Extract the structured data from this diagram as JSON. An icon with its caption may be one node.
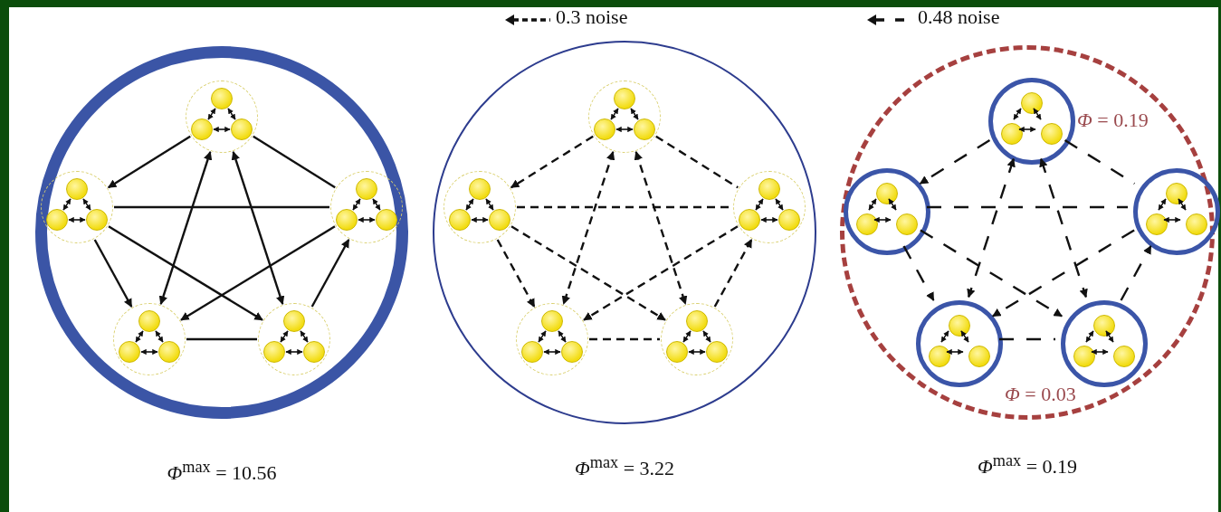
{
  "diagram": {
    "nodes": [
      {
        "text": [],
        "shape": "circle",
        "beside": [
          "*Φ*$^{max}$ = 10.56"
        ]
      },
      {
        "text": [],
        "shape": "circle",
        "in": 0
      },
      {
        "text": [],
        "shape": "circle",
        "in": 1
      },
      {
        "text": [],
        "shape": "circle",
        "in": 1
      },
      {
        "text": [],
        "shape": "circle",
        "in": 1
      },
      {
        "text": [],
        "shape": "circle",
        "in": 0
      },
      {
        "text": [],
        "shape": "circle",
        "in": 5
      },
      {
        "text": [],
        "shape": "circle",
        "in": 5
      },
      {
        "text": [],
        "shape": "circle",
        "in": 5
      },
      {
        "text": [],
        "shape": "circle",
        "in": 0
      },
      {
        "text": [],
        "shape": "circle",
        "in": 9
      },
      {
        "text": [],
        "shape": "circle",
        "in": 9
      },
      {
        "text": [],
        "shape": "circle",
        "in": 9
      },
      {
        "text": [],
        "shape": "circle",
        "in": 0
      },
      {
        "text": [],
        "shape": "circle",
        "in": 13
      },
      {
        "text": [],
        "shape": "circle",
        "in": 13
      },
      {
        "text": [],
        "shape": "circle",
        "in": 13
      },
      {
        "text": [],
        "shape": "circle",
        "in": 0
      },
      {
        "text": [],
        "shape": "circle",
        "in": 17
      },
      {
        "text": [],
        "shape": "circle",
        "in": 17
      },
      {
        "text": [],
        "shape": "circle",
        "in": 17
      },
      {
        "text": [],
        "shape": "circle",
        "beside": [
          "*Φ*$^{max}$ = 3.22"
        ]
      },
      {
        "text": [],
        "shape": "circle",
        "in": 21
      },
      {
        "text": [],
        "shape": "circle",
        "in": 22
      },
      {
        "text": [],
        "shape": "circle",
        "in": 22
      },
      {
        "text": [],
        "shape": "circle",
        "in": 22
      },
      {
        "text": [],
        "shape": "circle",
        "in": 21
      },
      {
        "text": [],
        "shape": "circle",
        "in": 26
      },
      {
        "text": [],
        "shape": "circle",
        "in": 26
      },
      {
        "text": [],
        "shape": "circle",
        "in": 26
      },
      {
        "text": [],
        "shape": "circle",
        "in": 21
      },
      {
        "text": [],
        "shape": "circle",
        "in": 30
      },
      {
        "text": [],
        "shape": "circle",
        "in": 30
      },
      {
        "text": [],
        "shape": "circle",
        "in": 30
      },
      {
        "text": [],
        "shape": "circle",
        "in": 21
      },
      {
        "text": [],
        "shape": "circle",
        "in": 34
      },
      {
        "text": [],
        "shape": "circle",
        "in": 34
      },
      {
        "text": [],
        "shape": "circle",
        "in": 34
      },
      {
        "text": [],
        "shape": "circle",
        "in": 21
      },
      {
        "text": [],
        "shape": "circle",
        "in": 38
      },
      {
        "text": [],
        "shape": "circle",
        "in": 38
      },
      {
        "text": [],
        "shape": "circle",
        "in": 38
      },
      {
        "text": [],
        "shape": "circle",
        "beside": [
          "*Φ*$^{max}$ = 0.19"
        ]
      },
      {
        "text": [],
        "shape": "circle",
        "in": 42
      },
      {
        "text": [],
        "shape": "circle",
        "in": 43
      },
      {
        "text": [],
        "shape": "circle",
        "in": 43
      },
      {
        "text": [],
        "shape": "circle",
        "in": 43
      },
      {
        "text": [],
        "shape": "circle",
        "in": 42
      },
      {
        "text": [],
        "shape": "circle",
        "in": 47
      },
      {
        "text": [],
        "shape": "circle",
        "in": 47
      },
      {
        "text": [],
        "shape": "circle",
        "in": 47
      },
      {
        "text": [],
        "shape": "circle",
        "in": 42
      },
      {
        "text": [],
        "shape": "circle",
        "in": 51
      },
      {
        "text": [],
        "shape": "circle",
        "in": 51
      },
      {
        "text": [],
        "shape": "circle",
        "in": 51
      },
      {
        "text": [],
        "shape": "circle",
        "in": 42
      },
      {
        "text": [],
        "shape": "circle",
        "in": 55
      },
      {
        "text": [],
        "shape": "circle",
        "in": 55
      },
      {
        "text": [],
        "shape": "circle",
        "in": 55
      },
      {
        "text": [],
        "shape": "circle",
        "in": 42
      },
      {
        "text": [],
        "shape": "circle",
        "in": 59
      },
      {
        "text": [],
        "shape": "circle",
        "in": 59
      },
      {
        "text": [],
        "shape": "circle",
        "in": 59
      }
    ],
    "edges": [
      {
        "from": 2,
        "to": 3,
        "arrow": "both"
      },
      {
        "from": 2,
        "to": 4,
        "arrow": "both"
      },
      {
        "from": 3,
        "to": 4,
        "arrow": "both"
      },
      {
        "from": 6,
        "to": 7,
        "arrow": "both"
      },
      {
        "from": 6,
        "to": 8,
        "arrow": "both"
      },
      {
        "from": 7,
        "to": 8,
        "arrow": "both"
      },
      {
        "from": 10,
        "to": 11,
        "arrow": "both"
      },
      {
        "from": 10,
        "to": 12,
        "arrow": "both"
      },
      {
        "from": 11,
        "to": 12,
        "arrow": "both"
      },
      {
        "from": 14,
        "to": 15,
        "arrow": "both"
      },
      {
        "from": 14,
        "to": 16,
        "arrow": "both"
      },
      {
        "from": 15,
        "to": 16,
        "arrow": "both"
      },
      {
        "from": 18,
        "to": 19,
        "arrow": "both"
      },
      {
        "from": 18,
        "to": 20,
        "arrow": "both"
      },
      {
        "from": 19,
        "to": 20,
        "arrow": "both"
      },
      {
        "from": 1,
        "to": 5,
        "arrow": "to"
      },
      {
        "from": 1,
        "to": 9,
        "arrow": "none"
      },
      {
        "from": 5,
        "to": 9,
        "arrow": "none"
      },
      {
        "from": 5,
        "to": 13,
        "arrow": "to"
      },
      {
        "from": 5,
        "to": 17,
        "arrow": "to"
      },
      {
        "from": 1,
        "to": 13,
        "arrow": "both"
      },
      {
        "from": 1,
        "to": 17,
        "arrow": "both"
      },
      {
        "from": 9,
        "to": 13,
        "arrow": "to"
      },
      {
        "from": 17,
        "to": 9,
        "arrow": "to"
      },
      {
        "from": 13,
        "to": 17,
        "arrow": "none"
      },
      {
        "from": 23,
        "to": 24,
        "arrow": "both"
      },
      {
        "from": 23,
        "to": 25,
        "arrow": "both"
      },
      {
        "from": 24,
        "to": 25,
        "arrow": "both"
      },
      {
        "from": 27,
        "to": 28,
        "arrow": "both"
      },
      {
        "from": 27,
        "to": 29,
        "arrow": "both"
      },
      {
        "from": 28,
        "to": 29,
        "arrow": "both"
      },
      {
        "from": 31,
        "to": 32,
        "arrow": "both"
      },
      {
        "from": 31,
        "to": 33,
        "arrow": "both"
      },
      {
        "from": 32,
        "to": 33,
        "arrow": "both"
      },
      {
        "from": 35,
        "to": 36,
        "arrow": "both"
      },
      {
        "from": 35,
        "to": 37,
        "arrow": "both"
      },
      {
        "from": 36,
        "to": 37,
        "arrow": "both"
      },
      {
        "from": 39,
        "to": 40,
        "arrow": "both"
      },
      {
        "from": 39,
        "to": 41,
        "arrow": "both"
      },
      {
        "from": 40,
        "to": 41,
        "arrow": "both"
      },
      {
        "from": 22,
        "to": 26,
        "arrow": "to",
        "style": "dashed"
      },
      {
        "from": 22,
        "to": 30,
        "arrow": "none",
        "style": "dashed"
      },
      {
        "from": 26,
        "to": 30,
        "arrow": "none",
        "style": "dashed"
      },
      {
        "from": 26,
        "to": 34,
        "arrow": "to",
        "style": "dashed"
      },
      {
        "from": 26,
        "to": 38,
        "arrow": "to",
        "style": "dashed"
      },
      {
        "from": 22,
        "to": 34,
        "arrow": "both",
        "style": "dashed"
      },
      {
        "from": 22,
        "to": 38,
        "arrow": "both",
        "style": "dashed"
      },
      {
        "from": 30,
        "to": 34,
        "arrow": "to",
        "style": "dashed"
      },
      {
        "from": 38,
        "to": 30,
        "arrow": "to",
        "style": "dashed"
      },
      {
        "from": 34,
        "to": 38,
        "arrow": "none",
        "style": "dashed"
      },
      {
        "from": 44,
        "to": 45,
        "arrow": "both"
      },
      {
        "from": 44,
        "to": 46,
        "arrow": "both"
      },
      {
        "from": 45,
        "to": 46,
        "arrow": "both"
      },
      {
        "from": 48,
        "to": 49,
        "arrow": "both"
      },
      {
        "from": 48,
        "to": 50,
        "arrow": "both"
      },
      {
        "from": 49,
        "to": 50,
        "arrow": "both"
      },
      {
        "from": 52,
        "to": 53,
        "arrow": "both"
      },
      {
        "from": 52,
        "to": 54,
        "arrow": "both"
      },
      {
        "from": 53,
        "to": 54,
        "arrow": "both"
      },
      {
        "from": 56,
        "to": 57,
        "arrow": "both"
      },
      {
        "from": 56,
        "to": 58,
        "arrow": "both"
      },
      {
        "from": 57,
        "to": 58,
        "arrow": "both"
      },
      {
        "from": 60,
        "to": 61,
        "arrow": "both"
      },
      {
        "from": 60,
        "to": 62,
        "arrow": "both"
      },
      {
        "from": 61,
        "to": 62,
        "arrow": "both"
      },
      {
        "from": 43,
        "to": 47,
        "arrow": "to",
        "style": "dashed"
      },
      {
        "from": 43,
        "to": 51,
        "arrow": "none",
        "style": "dashed"
      },
      {
        "from": 47,
        "to": 51,
        "arrow": "none",
        "style": "dashed"
      },
      {
        "from": 47,
        "to": 55,
        "arrow": "to",
        "style": "dashed"
      },
      {
        "from": 47,
        "to": 59,
        "arrow": "to",
        "style": "dashed"
      },
      {
        "from": 43,
        "to": 55,
        "arrow": "both",
        "style": "dashed"
      },
      {
        "from": 43,
        "to": 59,
        "arrow": "both",
        "style": "dashed"
      },
      {
        "from": 51,
        "to": 55,
        "arrow": "to",
        "style": "dashed"
      },
      {
        "from": 59,
        "to": 51,
        "arrow": "to",
        "style": "dashed"
      },
      {
        "from": 55,
        "to": 59,
        "arrow": "none",
        "style": "dashed"
      }
    ],
    "labels": [
      "*Φ* = 0.19",
      "*Φ* = 0.03"
    ],
    "legend": [
      {
        "text": "0.3 noise"
      },
      {
        "text": "0.48 noise"
      }
    ]
  }
}
